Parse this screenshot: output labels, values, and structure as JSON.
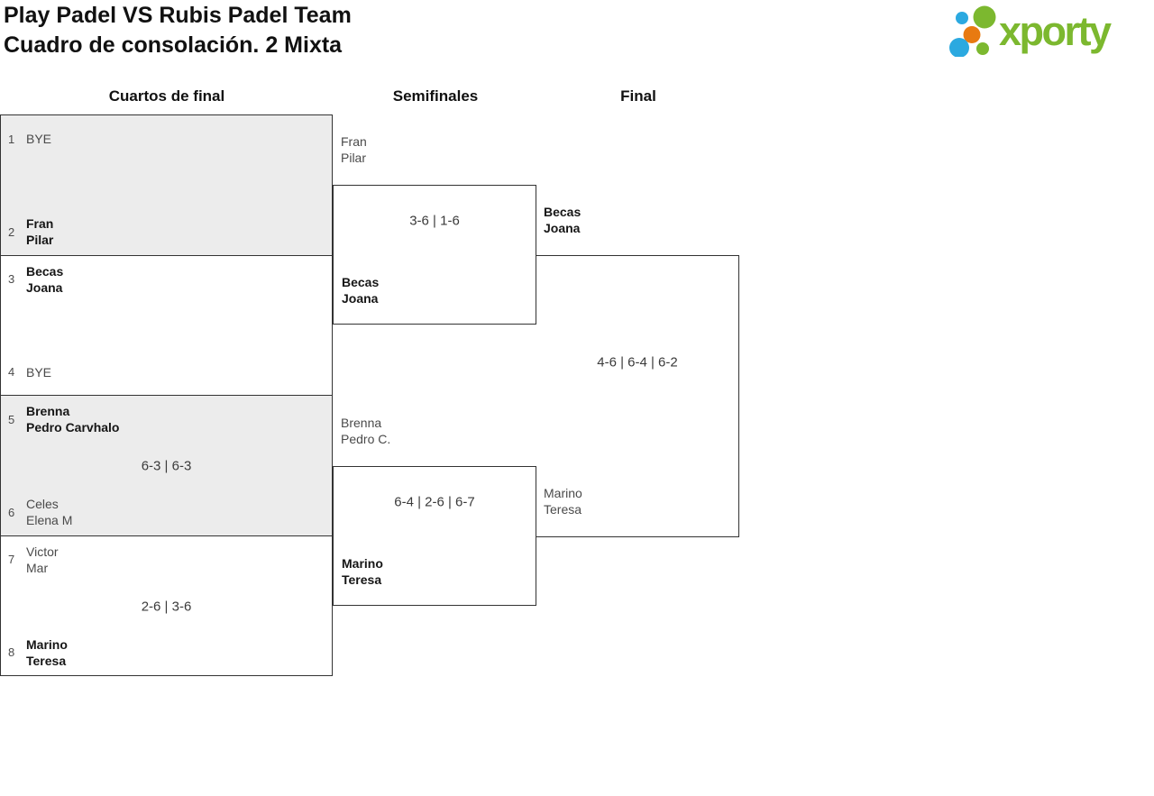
{
  "header": {
    "title_line1": "Play Padel VS Rubis Padel Team",
    "title_line2": "Cuadro de consolación. 2 Mixta"
  },
  "logo": {
    "wordmark": "xporty",
    "green": "#7cb82f",
    "blue": "#2ba9e0",
    "orange": "#e87a11"
  },
  "round_headers": {
    "quarterfinals": "Cuartos de final",
    "semifinals": "Semifinales",
    "final": "Final"
  },
  "quarterfinals": [
    {
      "seed_top": "1",
      "top_name1": "BYE",
      "top_name2": "",
      "top_winner": false,
      "score": "",
      "seed_bottom": "2",
      "bottom_name1": "Fran",
      "bottom_name2": "Pilar",
      "bottom_winner": true
    },
    {
      "seed_top": "3",
      "top_name1": "Becas",
      "top_name2": "Joana",
      "top_winner": true,
      "score": "",
      "seed_bottom": "4",
      "bottom_name1": "BYE",
      "bottom_name2": "",
      "bottom_winner": false
    },
    {
      "seed_top": "5",
      "top_name1": "Brenna",
      "top_name2": "Pedro Carvhalo",
      "top_winner": true,
      "score": "6-3 | 6-3",
      "seed_bottom": "6",
      "bottom_name1": "Celes",
      "bottom_name2": "Elena M",
      "bottom_winner": false
    },
    {
      "seed_top": "7",
      "top_name1": "Victor",
      "top_name2": "Mar",
      "top_winner": false,
      "score": "2-6 | 3-6",
      "seed_bottom": "8",
      "bottom_name1": "Marino",
      "bottom_name2": "Teresa",
      "bottom_winner": true
    }
  ],
  "semifinals": [
    {
      "top_name1": "Fran",
      "top_name2": "Pilar",
      "top_winner": false,
      "score": "3-6 | 1-6",
      "bottom_name1": "Becas",
      "bottom_name2": "Joana",
      "bottom_winner": true
    },
    {
      "top_name1": "Brenna",
      "top_name2": "Pedro C.",
      "top_winner": false,
      "score": "6-4 | 2-6 | 6-7",
      "bottom_name1": "Marino",
      "bottom_name2": "Teresa",
      "bottom_winner": true
    }
  ],
  "final": {
    "top_name1": "Becas",
    "top_name2": "Joana",
    "top_winner": true,
    "score": "4-6 | 6-4 | 6-2",
    "bottom_name1": "Marino",
    "bottom_name2": "Teresa",
    "bottom_winner": false
  }
}
